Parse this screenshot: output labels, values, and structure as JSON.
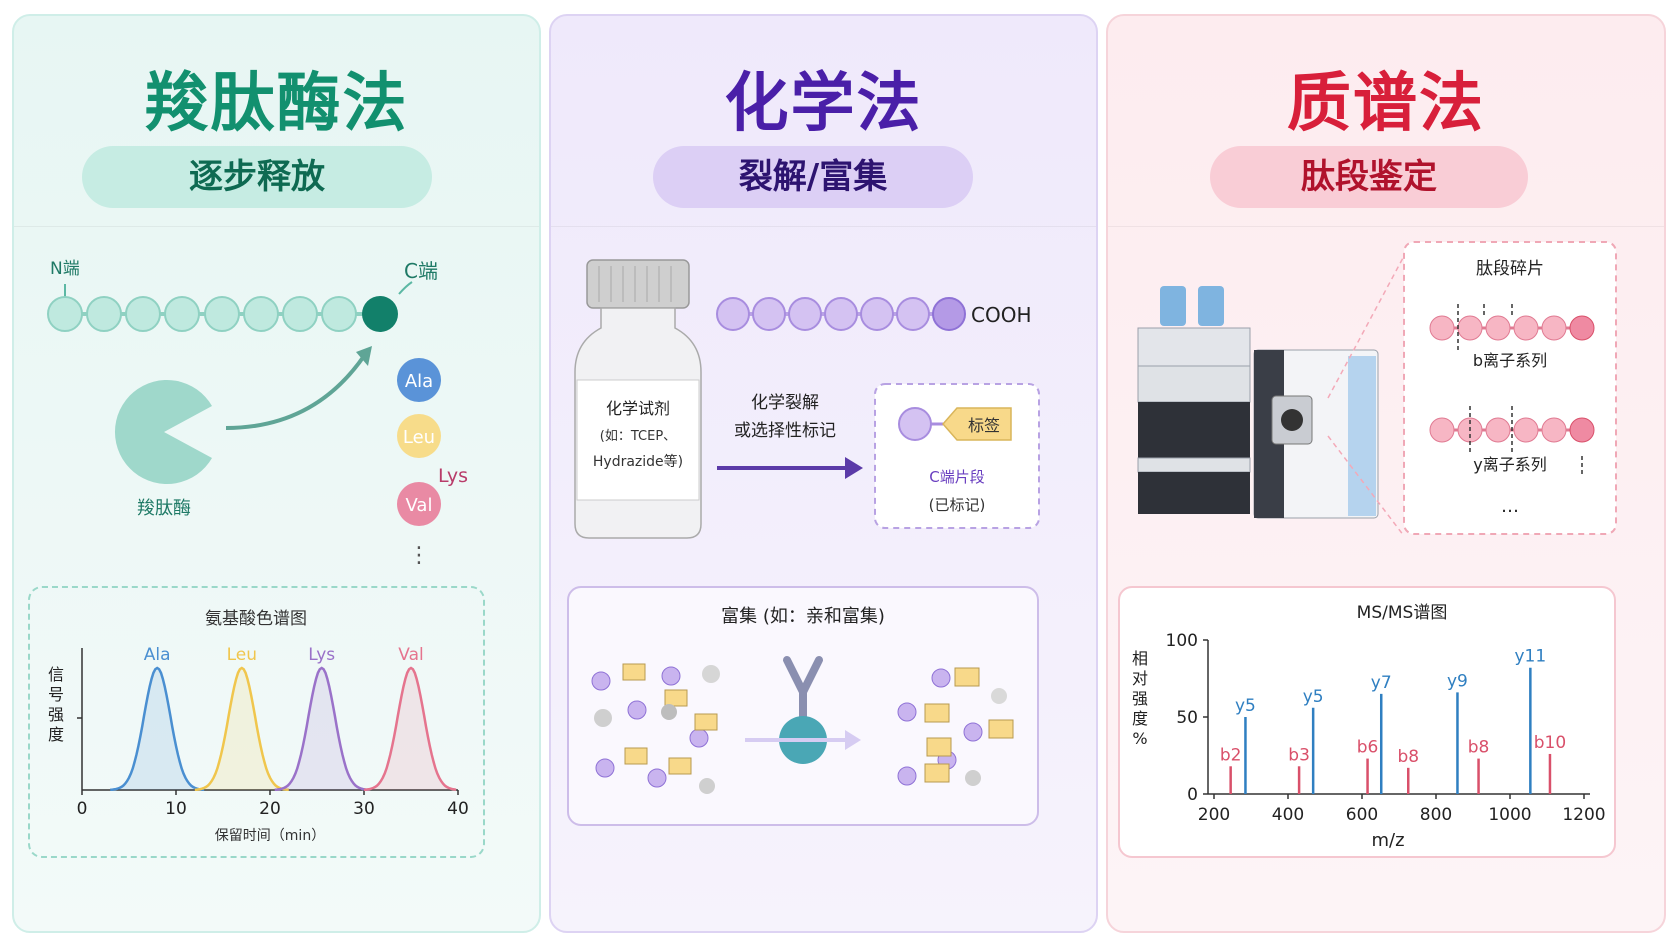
{
  "panels": {
    "enzyme": {
      "title": "羧肽酶法",
      "subtitle": "逐步释放",
      "n_term": "N端",
      "c_term": "C端",
      "enzyme_label": "羧肽酶",
      "amino_acids": [
        "Ala",
        "Leu",
        "Lys",
        "Val"
      ],
      "ellipsis": "⋮",
      "chart_title": "氨基酸色谱图"
    },
    "chemical": {
      "title": "化学法",
      "subtitle": "裂解/富集",
      "cooh": "COOH",
      "bottle_line1": "化学试剂",
      "bottle_line2": "(如：TCEP、",
      "bottle_line3": "Hydrazide等)",
      "arrow_line1": "化学裂解",
      "arrow_line2": "或选择性标记",
      "tag_label": "标签",
      "fragment_line1": "C端片段",
      "fragment_line2": "(已标记)",
      "enrich_title": "富集 (如：亲和富集)"
    },
    "ms": {
      "title": "质谱法",
      "subtitle": "肽段鉴定",
      "fragments_title": "肽段碎片",
      "b_series": "b离子系列",
      "y_series": "y离子系列",
      "ellipsis": "…",
      "chart_title": "MS/MS谱图"
    }
  },
  "colors": {
    "teal": "#12906f",
    "purple": "#4a1fa8",
    "red": "#d81f3a"
  },
  "chart_data": [
    {
      "type": "line",
      "title": "氨基酸色谱图",
      "xlabel": "保留时间（min）",
      "ylabel": "信号强度",
      "xlim": [
        0,
        40
      ],
      "x_ticks": [
        0,
        10,
        20,
        30,
        40
      ],
      "series": [
        {
          "name": "Ala",
          "peak_x": 8,
          "color": "#4a8fd1"
        },
        {
          "name": "Leu",
          "peak_x": 17,
          "color": "#f0c64d"
        },
        {
          "name": "Lys",
          "peak_x": 25.5,
          "color": "#9a72c9"
        },
        {
          "name": "Val",
          "peak_x": 35,
          "color": "#e5748e"
        }
      ],
      "peak_height": 1
    },
    {
      "type": "bar",
      "title": "MS/MS谱图",
      "xlabel": "m/z",
      "ylabel": "相对强度%",
      "xlim": [
        200,
        1200
      ],
      "ylim": [
        0,
        100
      ],
      "x_ticks": [
        200,
        400,
        600,
        800,
        1000,
        1200
      ],
      "y_ticks": [
        0,
        50,
        100
      ],
      "series": [
        {
          "name": "y",
          "color": "#2f7fc1",
          "peaks": [
            {
              "x": 285,
              "y": 50,
              "label": "y5"
            },
            {
              "x": 468,
              "y": 56,
              "label": "y5"
            },
            {
              "x": 652,
              "y": 65,
              "label": "y7"
            },
            {
              "x": 858,
              "y": 66,
              "label": "y9"
            },
            {
              "x": 1055,
              "y": 82,
              "label": "y11"
            }
          ]
        },
        {
          "name": "b",
          "color": "#d9506a",
          "peaks": [
            {
              "x": 245,
              "y": 18,
              "label": "b2"
            },
            {
              "x": 430,
              "y": 18,
              "label": "b3"
            },
            {
              "x": 615,
              "y": 23,
              "label": "b6"
            },
            {
              "x": 725,
              "y": 17,
              "label": "b8"
            },
            {
              "x": 915,
              "y": 23,
              "label": "b8"
            },
            {
              "x": 1108,
              "y": 26,
              "label": "b10"
            }
          ]
        }
      ]
    }
  ]
}
